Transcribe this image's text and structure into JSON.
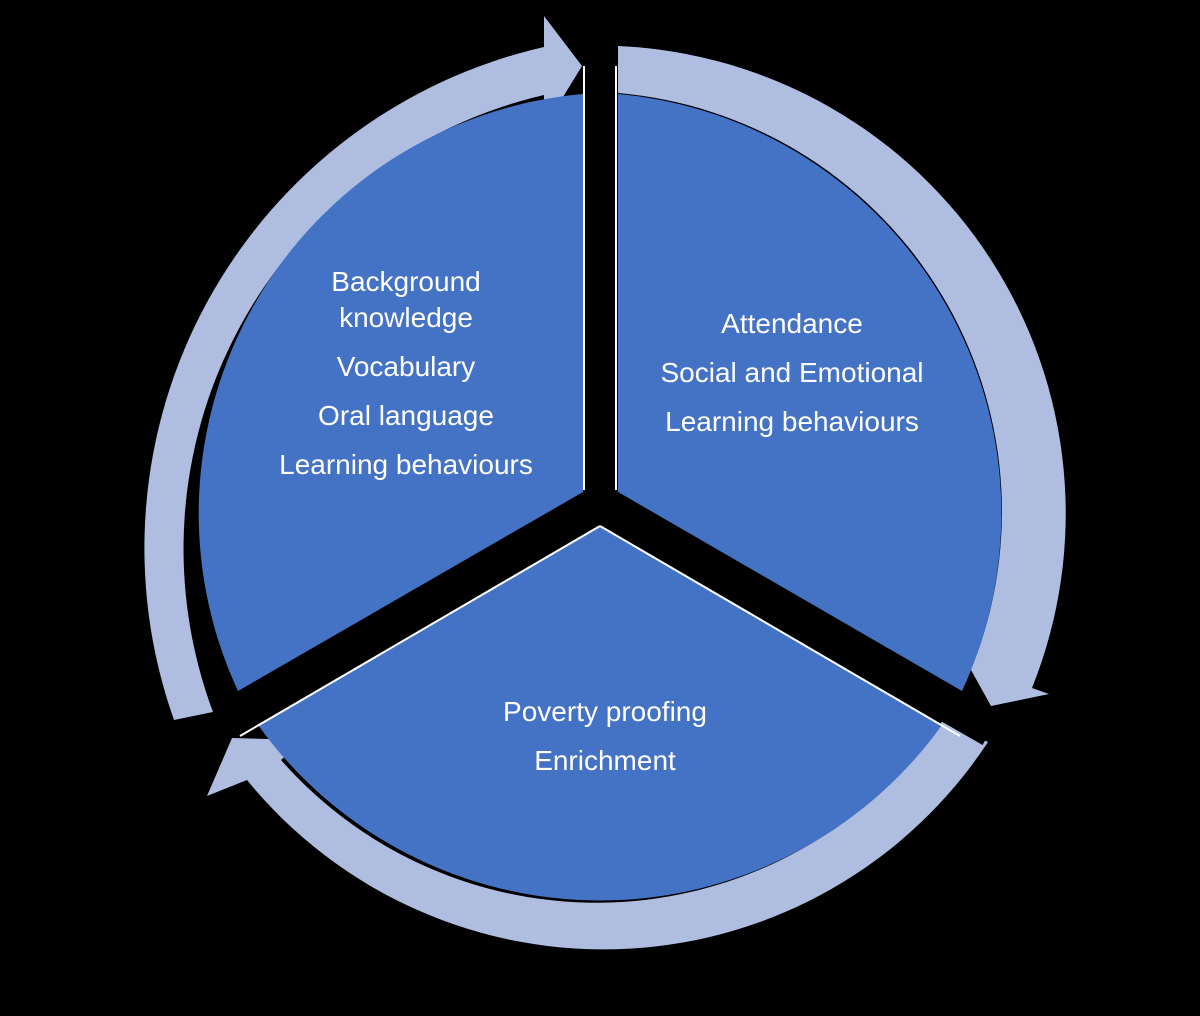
{
  "colors": {
    "background": "#000000",
    "segment_fill": "#4472C4",
    "arrow_ring": "#AFBEE0",
    "separator": "#000000",
    "text": "#FFFFFF"
  },
  "segments": [
    {
      "id": "upper-left",
      "lines": [
        "Background",
        "knowledge",
        "Vocabulary",
        "Oral language",
        "Learning behaviours"
      ]
    },
    {
      "id": "upper-right",
      "lines": [
        "Attendance",
        "Social and Emotional",
        "Learning behaviours"
      ]
    },
    {
      "id": "bottom",
      "lines": [
        "Poverty proofing",
        "Enrichment"
      ]
    }
  ],
  "cycle_direction": "clockwise",
  "arrow_count": 3
}
